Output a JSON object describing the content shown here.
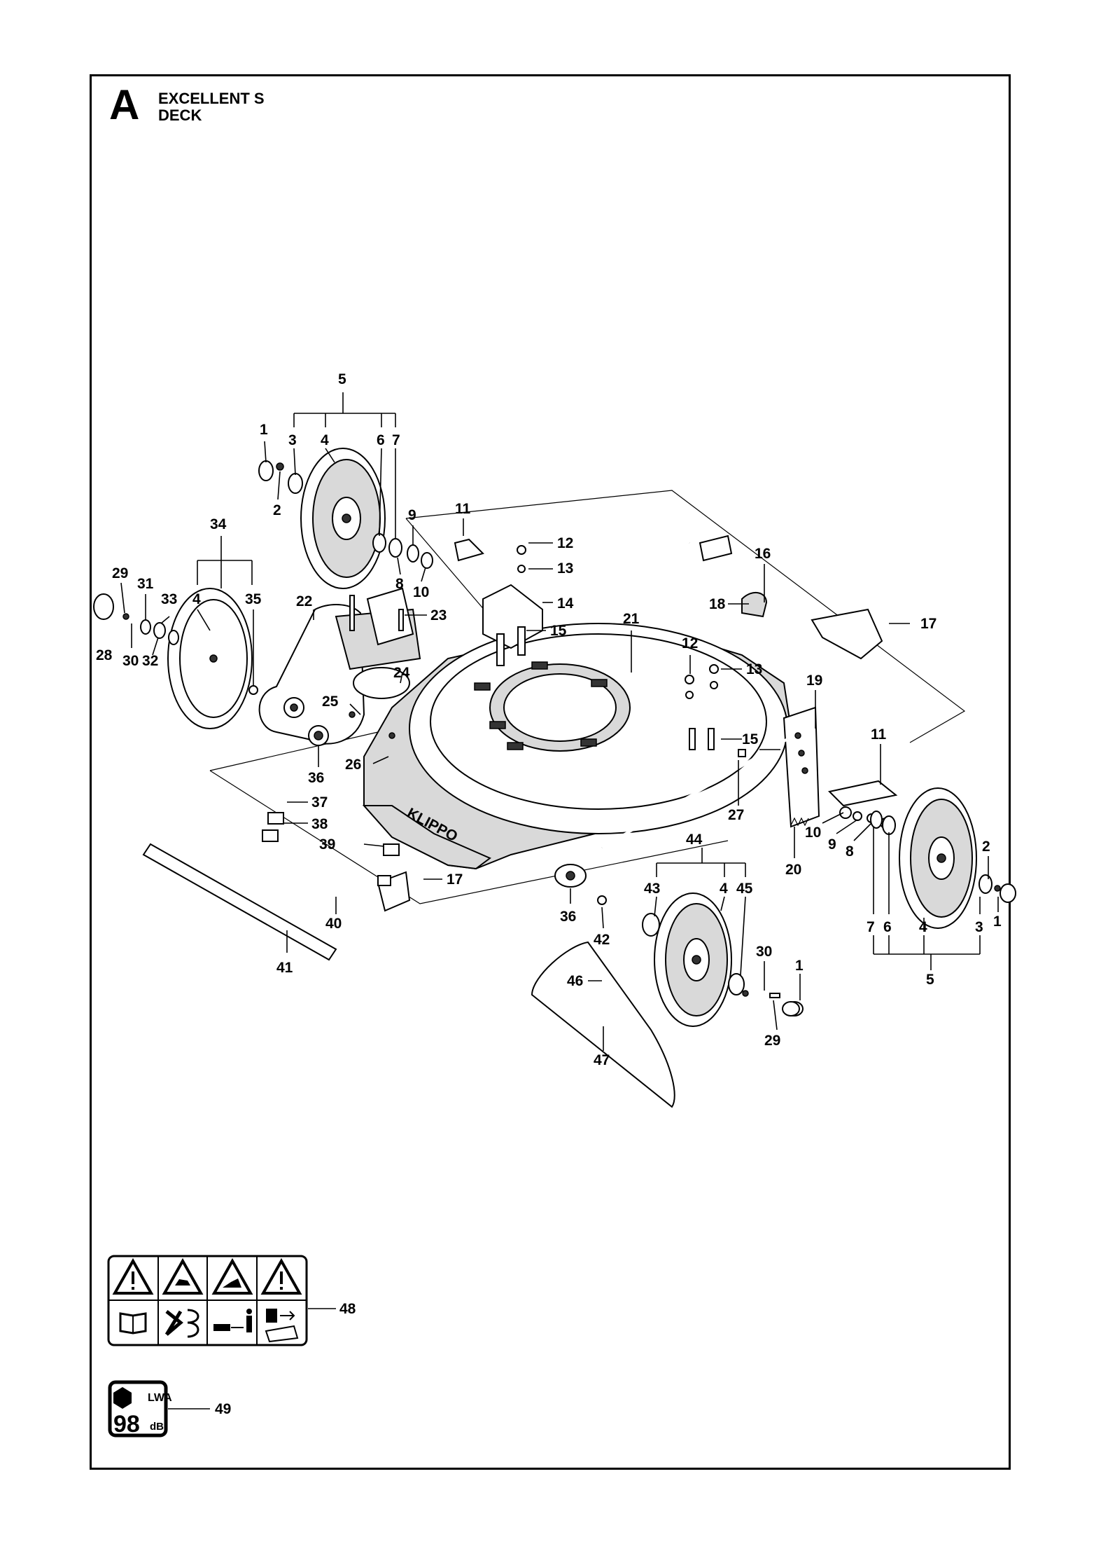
{
  "header": {
    "sheet_letter": "A",
    "model": "EXCELLENT S",
    "section": "DECK"
  },
  "brand_text": "KLIPPO",
  "decal_48": {
    "label": "48",
    "top_row": [
      "warning-triangle-icon",
      "hand-blade-warning-icon",
      "thrown-object-warning-icon",
      "warning-triangle-icon"
    ],
    "bottom_row": [
      "read-manual-icon",
      "keep-hands-feet-away-icon",
      "keep-bystanders-away-icon",
      "disconnect-spark-plug-icon"
    ]
  },
  "decal_49": {
    "label": "49",
    "sound_level": "98",
    "unit": "dB",
    "measure": "LWA"
  },
  "part_labels": {
    "p1a": "1",
    "p2a": "2",
    "p3a": "3",
    "p4a": "4",
    "p5a": "5",
    "p6a": "6",
    "p7a": "7",
    "p8a": "8",
    "p9a": "9",
    "p10a": "10",
    "p11a": "11",
    "p12a": "12",
    "p13a": "13",
    "p14": "14",
    "p15a": "15",
    "p16": "16",
    "p17a": "17",
    "p18": "18",
    "p19": "19",
    "p20": "20",
    "p21": "21",
    "p12b": "12",
    "p13b": "13",
    "p15b": "15",
    "p11b": "11",
    "p22": "22",
    "p23": "23",
    "p24": "24",
    "p25": "25",
    "p26": "26",
    "p27": "27",
    "p28": "28",
    "p29a": "29",
    "p30a": "30",
    "p31": "31",
    "p32": "32",
    "p33": "33",
    "p34": "34",
    "p4b": "4",
    "p35": "35",
    "p36a": "36",
    "p37": "37",
    "p38": "38",
    "p39": "39",
    "p17b": "17",
    "p40": "40",
    "p41": "41",
    "p36b": "36",
    "p42": "42",
    "p43": "43",
    "p44": "44",
    "p4c": "4",
    "p45": "45",
    "p30b": "30",
    "p1b": "1",
    "p29b": "29",
    "p46": "46",
    "p47": "47",
    "p10b": "10",
    "p9b": "9",
    "p8b": "8",
    "p7b": "7",
    "p6b": "6",
    "p4d": "4",
    "p3b": "3",
    "p2b": "2",
    "p1c": "1",
    "p5b": "5"
  }
}
